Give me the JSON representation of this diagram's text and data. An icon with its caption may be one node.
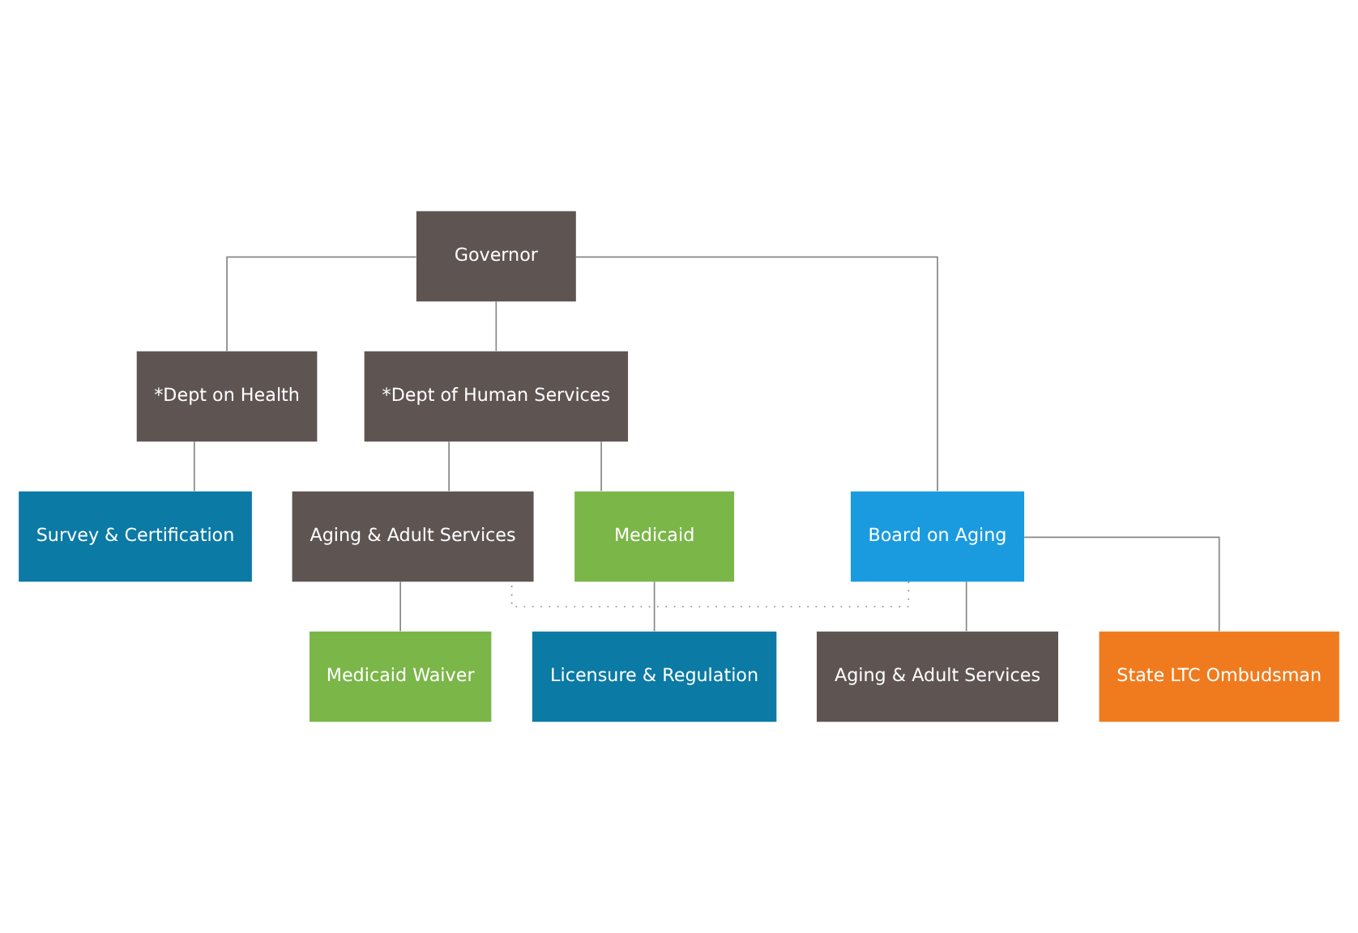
{
  "diagram": {
    "nodes": [
      {
        "text": [
          "Governor"
        ]
      },
      {
        "text": [
          "*Dept on Health"
        ]
      },
      {
        "text": [
          "*Dept of Human Services"
        ]
      },
      {
        "text": [
          "Survey & Certification"
        ]
      },
      {
        "text": [
          "Board on Aging"
        ]
      },
      {
        "text": [
          "Aging & Adult Services"
        ]
      },
      {
        "text": [
          "Medicaid"
        ]
      },
      {
        "text": [
          "Aging & Adult Services"
        ]
      },
      {
        "text": [
          "Medicaid Waiver"
        ]
      },
      {
        "text": [
          "Licensure & Regulation"
        ]
      },
      {
        "text": [
          "State LTC Ombudsman"
        ]
      }
    ],
    "edges": [
      {
        "from": 0,
        "to": 1,
        "arrow": "none"
      },
      {
        "from": 0,
        "to": 2,
        "arrow": "none"
      },
      {
        "from": 0,
        "to": 4,
        "arrow": "none"
      },
      {
        "from": 1,
        "to": 3,
        "arrow": "none"
      },
      {
        "from": 2,
        "to": 5,
        "arrow": "none"
      },
      {
        "from": 2,
        "to": 6,
        "arrow": "none"
      },
      {
        "from": 4,
        "to": 5,
        "arrow": "none",
        "style": "dashed"
      },
      {
        "from": 4,
        "to": 7,
        "arrow": "none"
      },
      {
        "from": 4,
        "to": 10,
        "arrow": "none"
      },
      {
        "from": 5,
        "to": 8,
        "arrow": "none"
      },
      {
        "from": 6,
        "to": 9,
        "arrow": "none"
      }
    ]
  }
}
